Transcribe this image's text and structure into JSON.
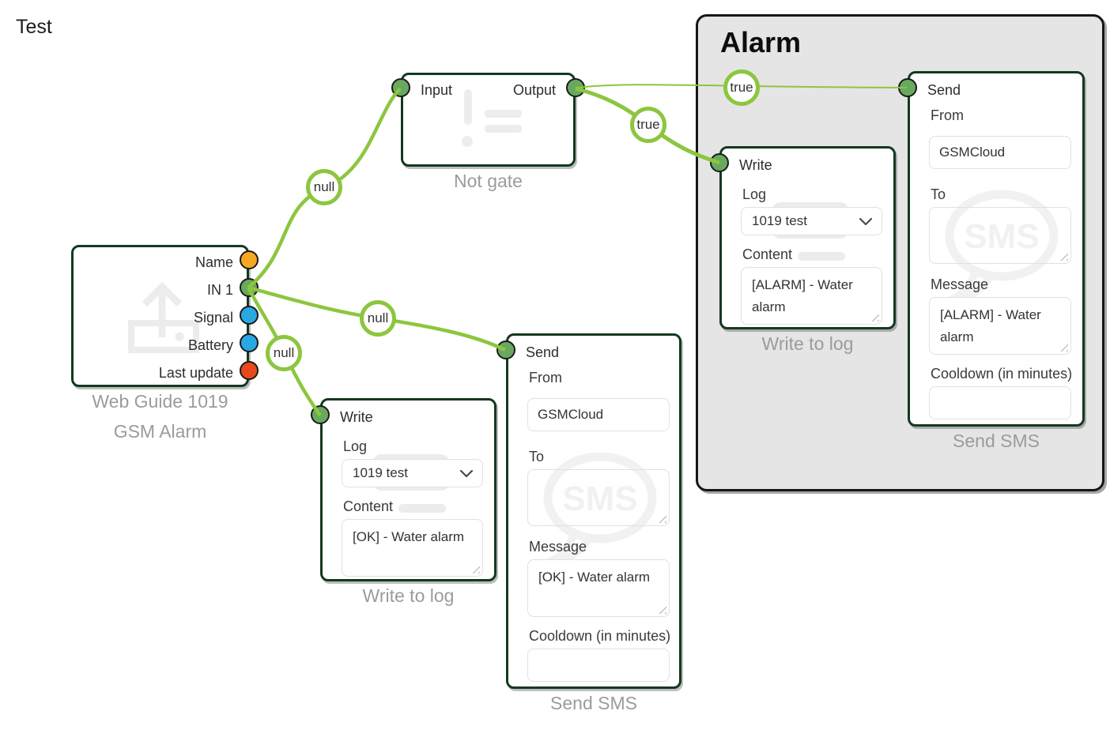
{
  "title": "Test",
  "device": {
    "ports": [
      {
        "label": "Name",
        "color": "#f7a823"
      },
      {
        "label": "IN 1",
        "color": "#69a95f"
      },
      {
        "label": "Signal",
        "color": "#29a9e2"
      },
      {
        "label": "Battery",
        "color": "#29a9e2"
      },
      {
        "label": "Last update",
        "color": "#e8491c"
      }
    ],
    "caption1": "Web Guide 1019",
    "caption2": "GSM Alarm"
  },
  "not_gate": {
    "input": "Input",
    "output": "Output",
    "caption": "Not gate"
  },
  "alarm_group": {
    "title": "Alarm"
  },
  "write_alarm": {
    "port": "Write",
    "log_label": "Log",
    "log_value": "1019 test",
    "content_label": "Content",
    "content_value": "[ALARM] - Water alarm",
    "caption": "Write to log"
  },
  "sms_alarm": {
    "port": "Send",
    "from_label": "From",
    "from_value": "GSMCloud",
    "to_label": "To",
    "to_value": "",
    "message_label": "Message",
    "message_value": "[ALARM] - Water alarm",
    "cooldown_label": "Cooldown (in minutes)",
    "cooldown_value": "",
    "caption": "Send SMS",
    "watermark": "SMS"
  },
  "write_ok": {
    "port": "Write",
    "log_label": "Log",
    "log_value": "1019 test",
    "content_label": "Content",
    "content_value": "[OK] - Water alarm",
    "caption": "Write to log"
  },
  "sms_ok": {
    "port": "Send",
    "from_label": "From",
    "from_value": "GSMCloud",
    "to_label": "To",
    "to_value": "",
    "message_label": "Message",
    "message_value": "[OK] - Water alarm",
    "cooldown_label": "Cooldown (in minutes)",
    "cooldown_value": "",
    "caption": "Send SMS",
    "watermark": "SMS"
  },
  "edges": {
    "in1_to_notgate": "null",
    "in1_to_sms": "null",
    "in1_to_write": "null",
    "out_to_write": "true",
    "out_to_sms": "true"
  },
  "colors": {
    "wire": "#8cc63f",
    "port_green": "#69a95f",
    "node_border": "#14381f",
    "caption_gray": "#9b9b9b"
  }
}
